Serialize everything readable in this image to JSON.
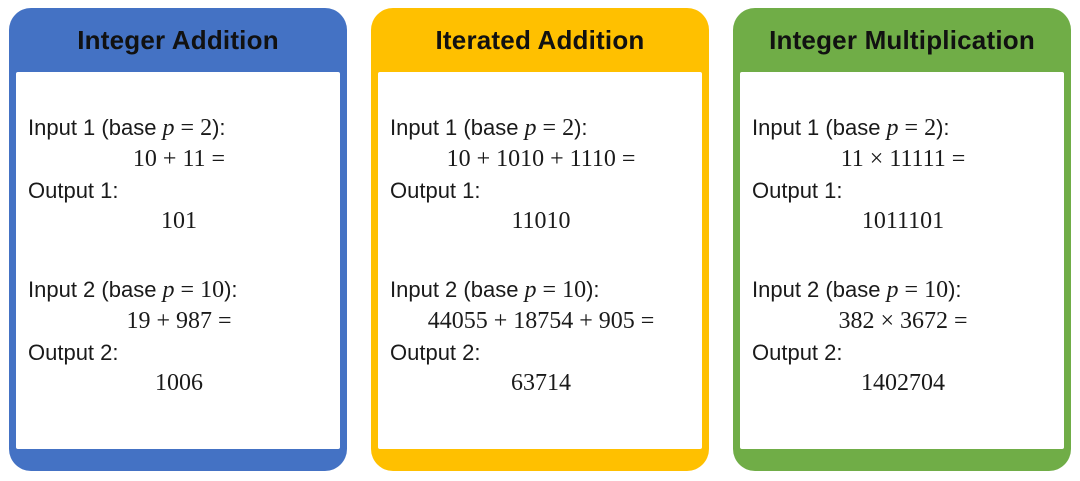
{
  "cards": [
    {
      "title": "Integer Addition",
      "accent_color": "#4472C4",
      "blocks": [
        {
          "label_prefix": "Input 1 (base ",
          "var": "p",
          "eq": " = 2",
          "label_suffix": "):",
          "expression": "10 + 11 =",
          "output_label": "Output 1:",
          "result": "101"
        },
        {
          "label_prefix": "Input 2 (base ",
          "var": "p",
          "eq": " = 10",
          "label_suffix": "):",
          "expression": "19 + 987 =",
          "output_label": "Output 2:",
          "result": "1006"
        }
      ]
    },
    {
      "title": "Iterated Addition",
      "accent_color": "#FFC000",
      "blocks": [
        {
          "label_prefix": "Input 1 (base ",
          "var": "p",
          "eq": " = 2",
          "label_suffix": "):",
          "expression": "10 + 1010 + 1110 =",
          "output_label": "Output 1:",
          "result": "11010"
        },
        {
          "label_prefix": "Input 2 (base ",
          "var": "p",
          "eq": " = 10",
          "label_suffix": "):",
          "expression": "44055 + 18754 + 905 =",
          "output_label": "Output 2:",
          "result": "63714"
        }
      ]
    },
    {
      "title": "Integer Multiplication",
      "accent_color": "#70AD47",
      "blocks": [
        {
          "label_prefix": "Input 1 (base ",
          "var": "p",
          "eq": " = 2",
          "label_suffix": "):",
          "expression": "11 × 11111 =",
          "output_label": "Output 1:",
          "result": "1011101"
        },
        {
          "label_prefix": "Input 2 (base ",
          "var": "p",
          "eq": " = 10",
          "label_suffix": "):",
          "expression": "382 × 3672 =",
          "output_label": "Output 2:",
          "result": "1402704"
        }
      ]
    }
  ]
}
